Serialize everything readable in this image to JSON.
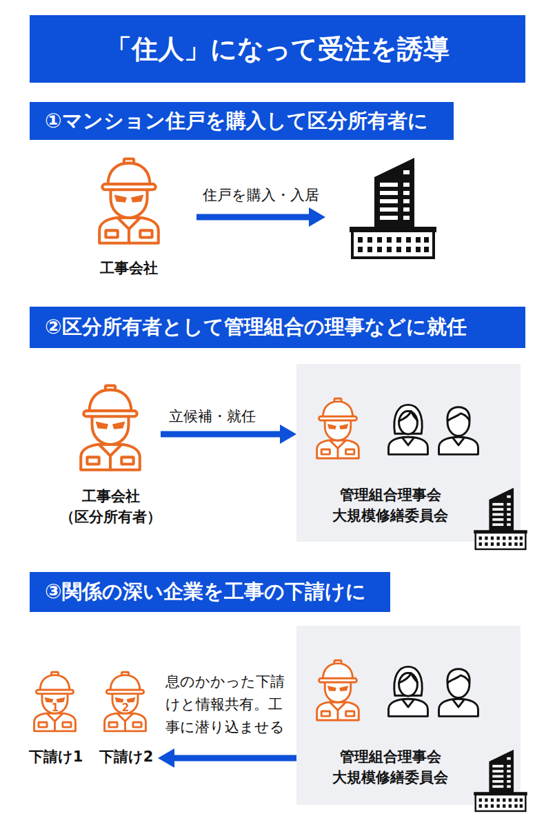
{
  "diagram": {
    "title": "「住人」になって受注を誘導",
    "nodes": [
      {
        "text": [
          "①マンション住戸を購入して区分所有者に"
        ]
      },
      {
        "text": [
          "工事会社"
        ]
      },
      {
        "text": [
          "②区分所有者として管理組合の理事などに就任"
        ]
      },
      {
        "text": [
          "工事会社",
          "（区分所有者）"
        ]
      },
      {
        "text": [
          "管理組合理事会",
          "大規模修繕委員会"
        ]
      },
      {
        "text": [
          "③関係の深い企業を工事の下請けに"
        ]
      },
      {
        "text": [
          "下請け1"
        ]
      },
      {
        "text": [
          "下請け2"
        ]
      },
      {
        "text": [
          "管理組合理事会",
          "大規模修繕委員会"
        ]
      }
    ],
    "edges": [
      {
        "from": 3,
        "to": 4,
        "label": "立候補・就任",
        "arrow": "to"
      },
      {
        "from": 8,
        "to": 7,
        "label": "息のかかった下請けと情報共有。工事に潜り込ませる",
        "arrow": "to"
      }
    ],
    "labels": [
      "住戸を購入・入居",
      "1",
      "2"
    ]
  }
}
